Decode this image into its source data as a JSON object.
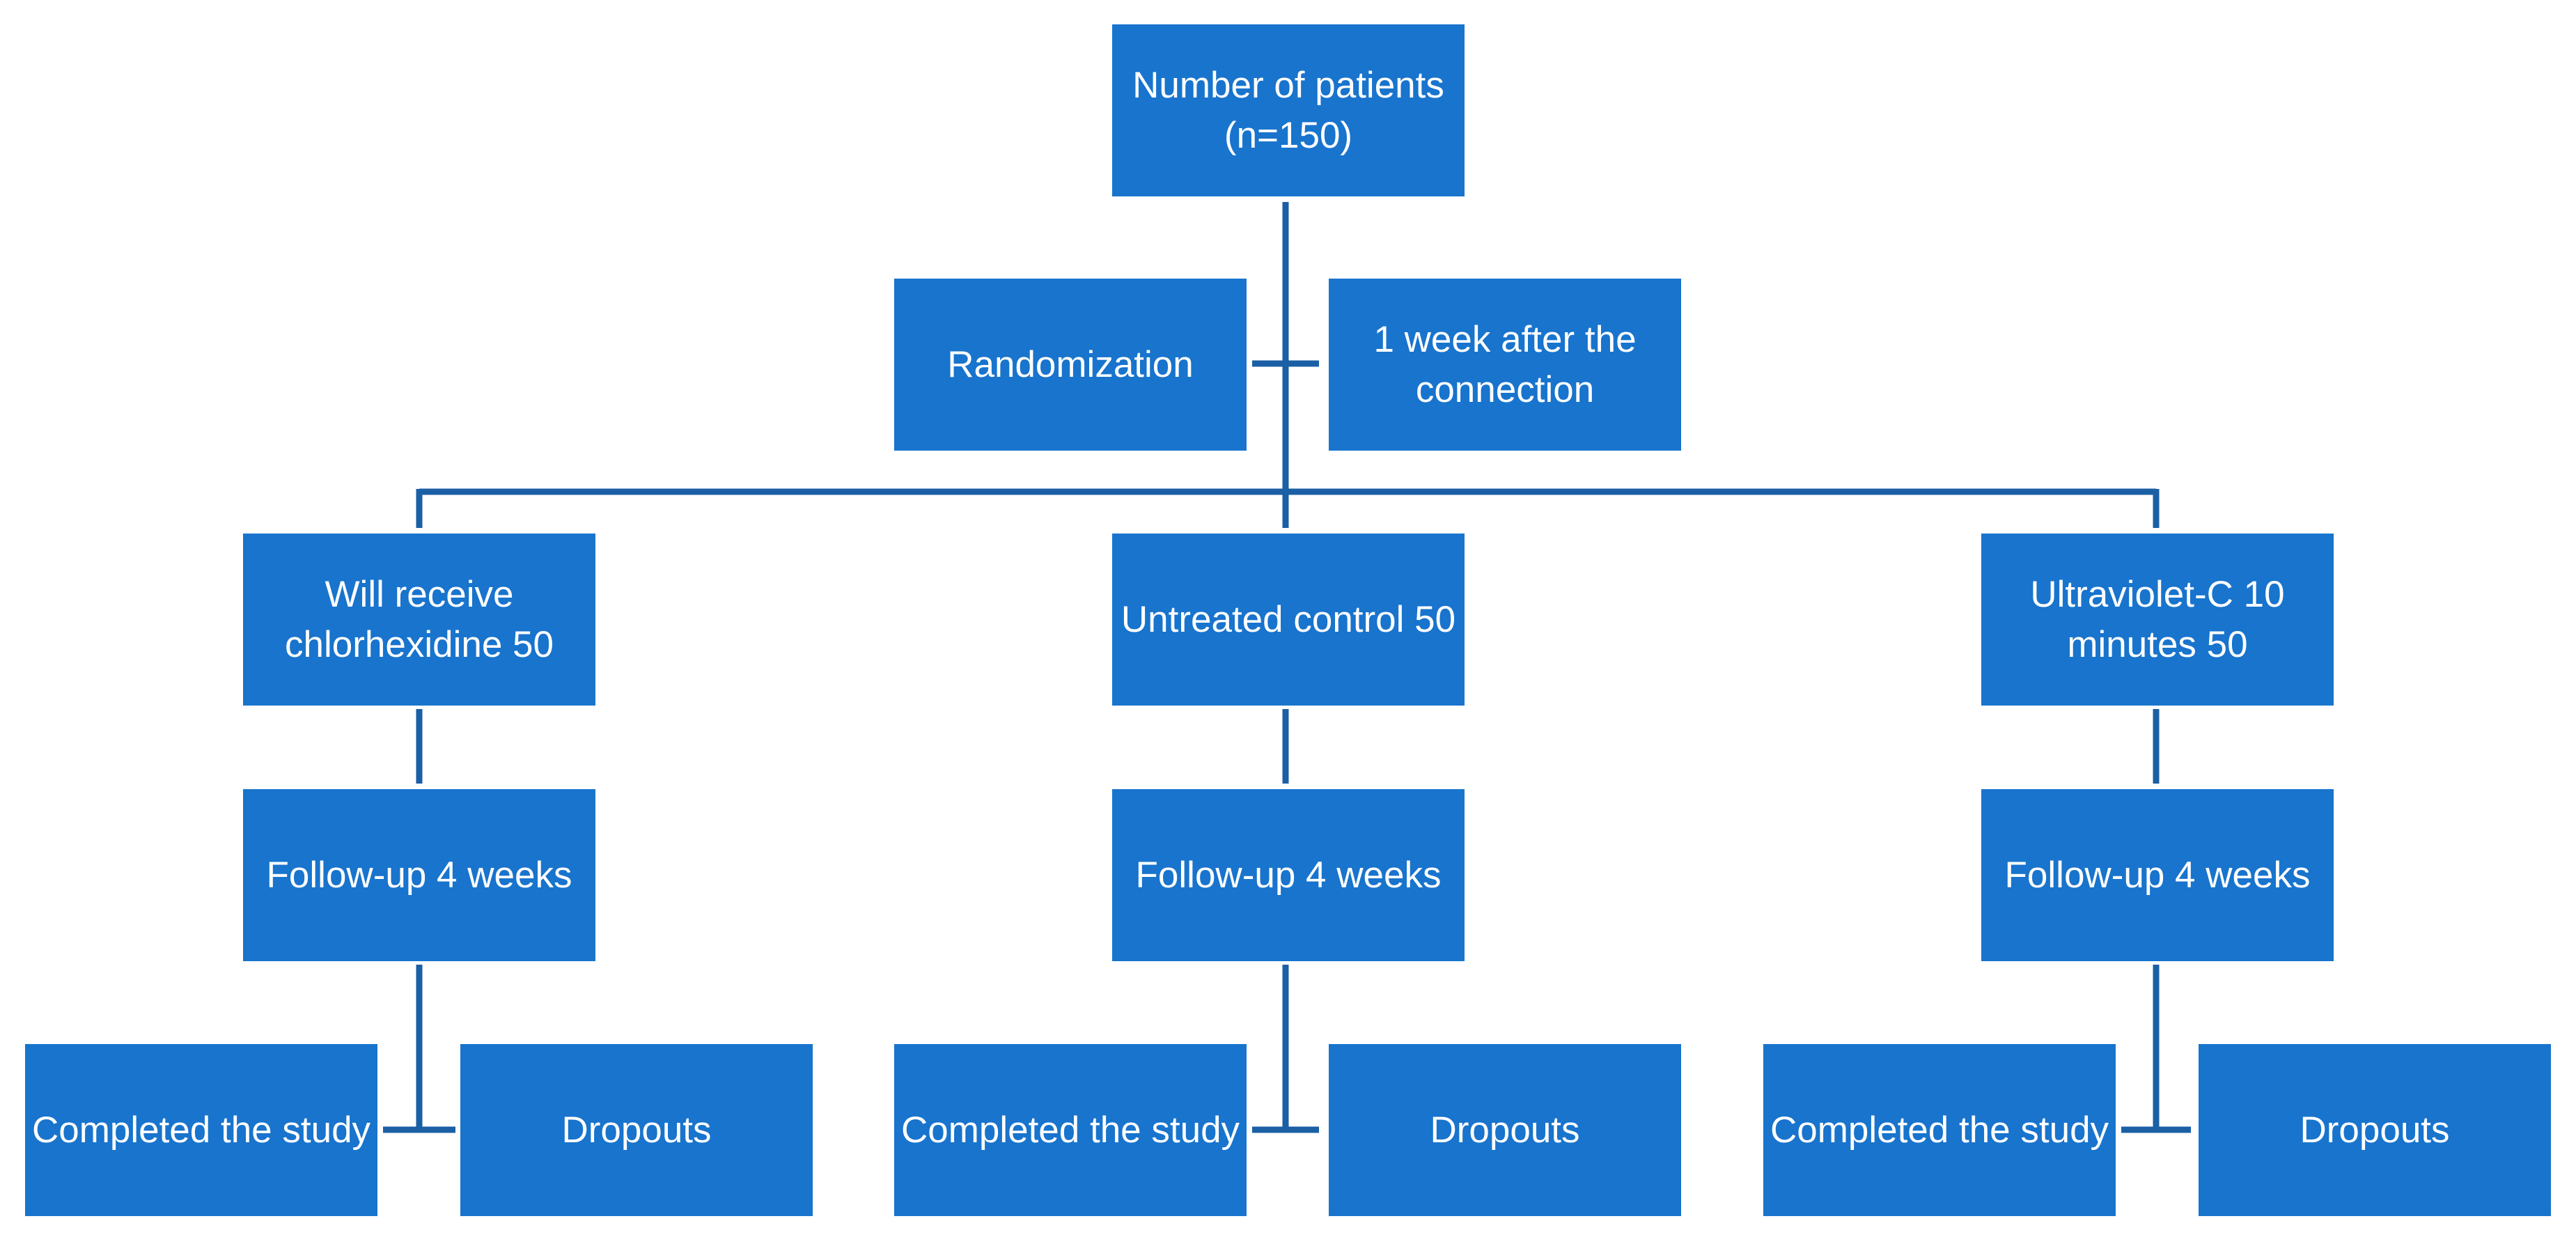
{
  "colors": {
    "box_fill": "#1874CD",
    "connector": "#1B5FA5",
    "text": "#FFFFFF"
  },
  "nodes": {
    "root": "Number of patients (n=150)",
    "randomization": "Randomization",
    "timing": "1 week after the connection",
    "arm1": "Will receive chlorhexidine 50",
    "arm2": "Untreated control 50",
    "arm3": "Ultraviolet-C 10 minutes 50",
    "followup1": "Follow-up 4 weeks",
    "followup2": "Follow-up 4 weeks",
    "followup3": "Follow-up 4 weeks",
    "completed1": "Completed the study",
    "dropouts1": "Dropouts",
    "completed2": "Completed the study",
    "dropouts2": "Dropouts",
    "completed3": "Completed the study",
    "dropouts3": "Dropouts"
  }
}
